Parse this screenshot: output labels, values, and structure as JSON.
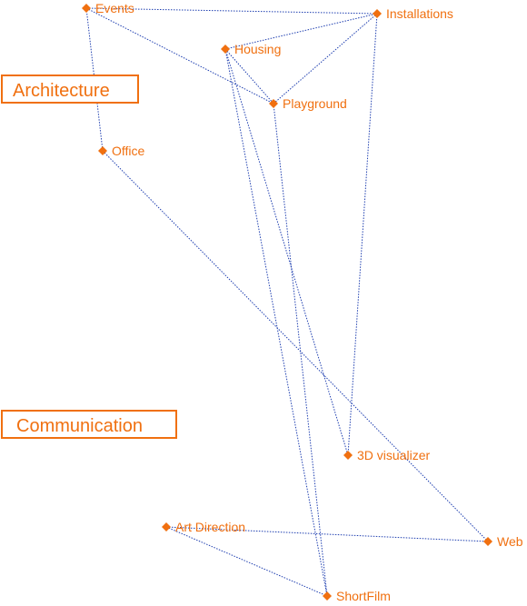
{
  "colors": {
    "node": "#f07010",
    "edge": "#1f3fb0",
    "category": "#f07010"
  },
  "categories": [
    {
      "id": "architecture",
      "label": "Architecture"
    },
    {
      "id": "communication",
      "label": "Communication"
    }
  ],
  "nodes": [
    {
      "id": "events",
      "label": "Events"
    },
    {
      "id": "installations",
      "label": "Installations"
    },
    {
      "id": "housing",
      "label": "Housing"
    },
    {
      "id": "playground",
      "label": "Playground"
    },
    {
      "id": "office",
      "label": "Office"
    },
    {
      "id": "visualizer",
      "label": "3D visualizer"
    },
    {
      "id": "art_direction",
      "label": "Art Direction"
    },
    {
      "id": "web",
      "label": "Web"
    },
    {
      "id": "shortfilm",
      "label": "ShortFilm"
    }
  ],
  "edges": [
    [
      "events",
      "office"
    ],
    [
      "events",
      "installations"
    ],
    [
      "events",
      "playground"
    ],
    [
      "housing",
      "installations"
    ],
    [
      "housing",
      "playground"
    ],
    [
      "housing",
      "visualizer"
    ],
    [
      "housing",
      "shortfilm"
    ],
    [
      "playground",
      "installations"
    ],
    [
      "playground",
      "shortfilm"
    ],
    [
      "installations",
      "visualizer"
    ],
    [
      "office",
      "web"
    ],
    [
      "art_direction",
      "web"
    ],
    [
      "art_direction",
      "shortfilm"
    ]
  ]
}
